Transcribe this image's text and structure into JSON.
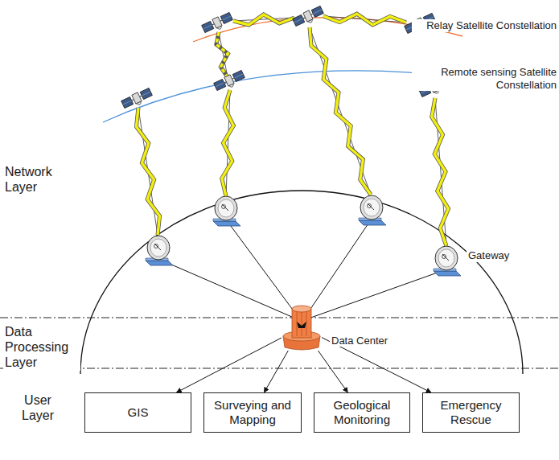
{
  "diagram": {
    "nodes": [
      {
        "text": [
          "Data Center"
        ]
      },
      {
        "text": [
          "GIS"
        ]
      },
      {
        "text": [
          "Surveying and Mapping"
        ]
      },
      {
        "text": [
          "Geological Monitoring"
        ]
      },
      {
        "text": [
          "Emergency Rescue"
        ]
      }
    ],
    "edges": [
      {
        "from": 0,
        "to": 1,
        "arrow": "to"
      },
      {
        "from": 0,
        "to": 2,
        "arrow": "to"
      },
      {
        "from": 0,
        "to": 3,
        "arrow": "to"
      },
      {
        "from": 0,
        "to": 4,
        "arrow": "to"
      }
    ],
    "labels": [
      "Relay Satellite Constellation",
      "Remote sensing Satellite Constellation",
      "Network Layer",
      "Gateway",
      "Data Processing Layer",
      "User Layer"
    ]
  }
}
